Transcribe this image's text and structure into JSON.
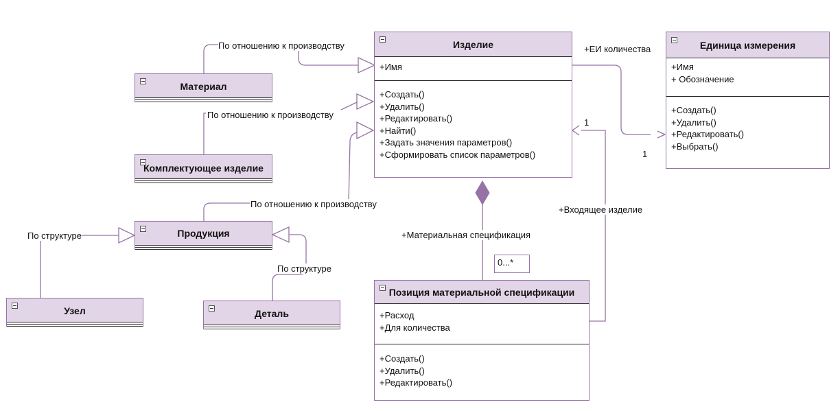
{
  "classes": {
    "izdelie": {
      "name": "Изделие",
      "attributes": [
        "+Имя"
      ],
      "methods": [
        "+Создать()",
        "+Удалить()",
        "+Редактировать()",
        "+Найти()",
        "+Задать значения параметров()",
        "+Сформировать список параметров()"
      ]
    },
    "edinica": {
      "name": "Единица измерения",
      "attributes": [
        "+Имя",
        "+ Обозначение"
      ],
      "methods": [
        "+Создать()",
        "+Удалить()",
        "+Редактировать()",
        "+Выбрать()"
      ]
    },
    "pozicia": {
      "name": "Позиция материальной спецификации",
      "attributes": [
        "+Расход",
        "+Для количества"
      ],
      "methods": [
        "+Создать()",
        "+Удалить()",
        "+Редактировать()"
      ]
    },
    "material": {
      "name": "Материал"
    },
    "komplekt": {
      "name": "Комплектующее изделие"
    },
    "produkcia": {
      "name": "Продукция"
    },
    "uzel": {
      "name": "Узел"
    },
    "detal": {
      "name": "Деталь"
    }
  },
  "edge_labels": {
    "material_rel": "По отношению к производству",
    "komplekt_rel": "По отношению к производству",
    "produkcia_rel": "По отношению к производству",
    "uzel_rel": "По структуре",
    "detal_rel": "По структуре",
    "ei_role": "+ЕИ количества",
    "ei_mult_top": "1",
    "ei_mult_bottom": "1",
    "spec_role": "+Материальная спецификация",
    "spec_mult": "0...*",
    "incoming_role": "+Входящее изделие"
  },
  "colors": {
    "header_fill": "#e1d5e7",
    "border": "#9673a6",
    "edge": "#9673a6"
  }
}
